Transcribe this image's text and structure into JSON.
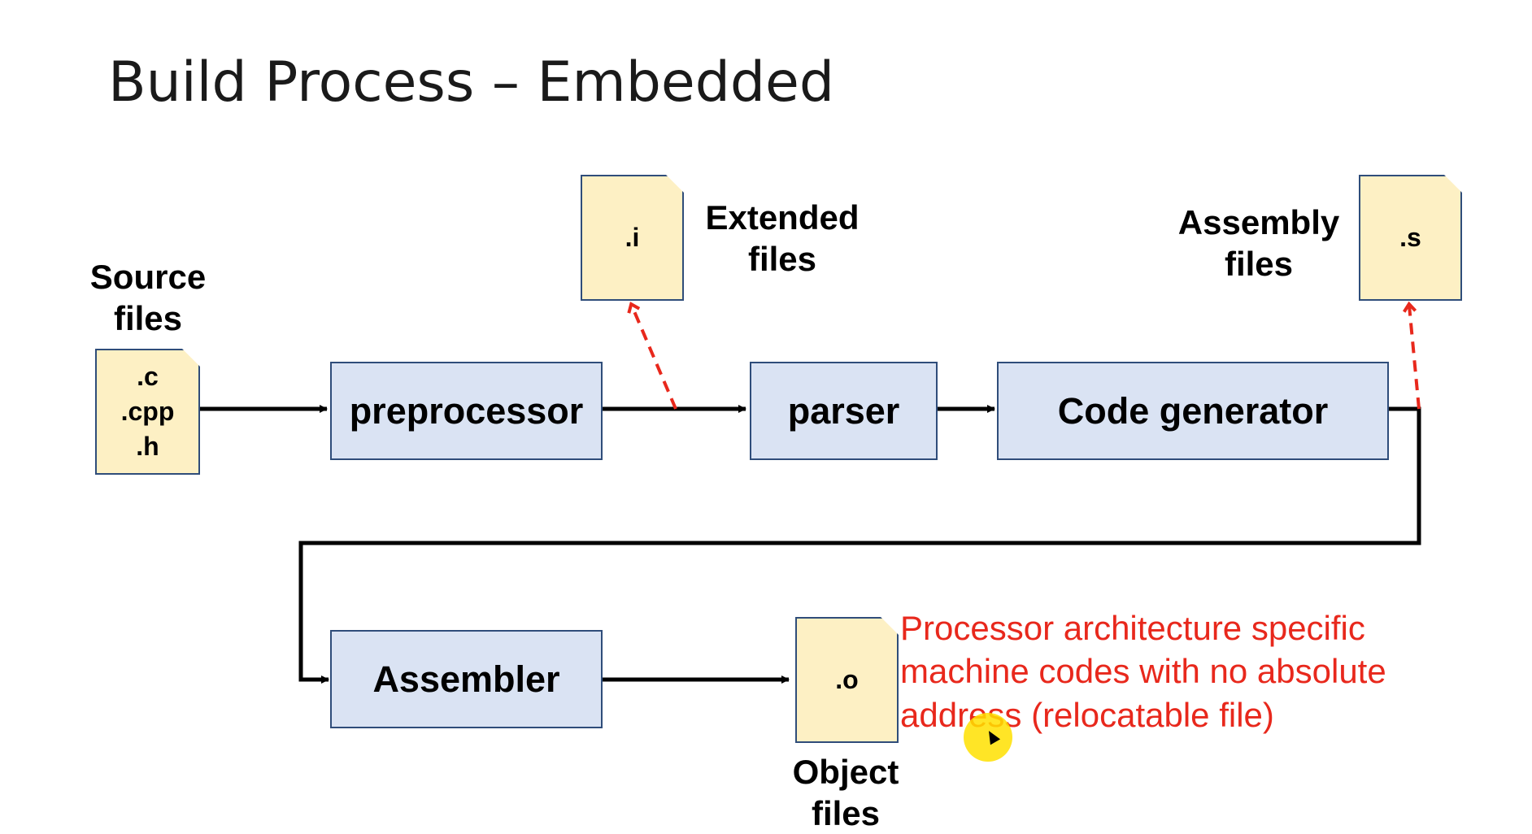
{
  "title": "Build Process – Embedded",
  "labels": {
    "source": "Source\nfiles",
    "extended": "Extended\nfiles",
    "assembly": "Assembly\nfiles",
    "object": "Object\nfiles"
  },
  "files": {
    "source": ".c\n.cpp\n.h",
    "extended": ".i",
    "assembly": ".s",
    "object": ".o"
  },
  "boxes": {
    "preprocessor": "preprocessor",
    "parser": "parser",
    "code_generator": "Code generator",
    "assembler": "Assembler"
  },
  "note": "Processor architecture specific machine codes with no absolute address (relocatable file)",
  "colors": {
    "box_fill": "#dae3f3",
    "file_fill": "#fdf0c4",
    "border": "#2f4d7a",
    "note": "#e8281c",
    "dashed_arrow": "#e8281c"
  }
}
